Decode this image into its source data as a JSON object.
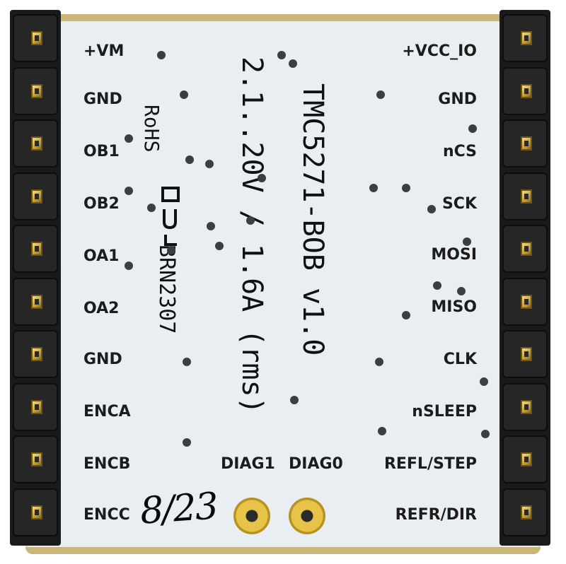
{
  "left_pins": [
    "+VM",
    "GND",
    "OB1",
    "OB2",
    "OA1",
    "OA2",
    "GND",
    "ENCA",
    "ENCB",
    "ENCC"
  ],
  "right_pins": [
    "+VCC_IO",
    "GND",
    "nCS",
    "SCK",
    "MOSI",
    "MISO",
    "CLK",
    "nSLEEP",
    "REFL/STEP",
    "REFR/DIR"
  ],
  "bottom_pads": [
    "DIAG1",
    "DIAG0"
  ],
  "silkscreen": {
    "model": "TMC5271-BOB v1.0",
    "ratings": "2.1..20V / 1.6A (rms)",
    "rohs": "RoHS",
    "batch": "BRN2307"
  },
  "handwriting": "8/23",
  "colors": {
    "board": "#e9eef2",
    "header": "#1a1a1a",
    "gold": "#e8c34a",
    "silkscreen_text": "#1c1c1c"
  }
}
